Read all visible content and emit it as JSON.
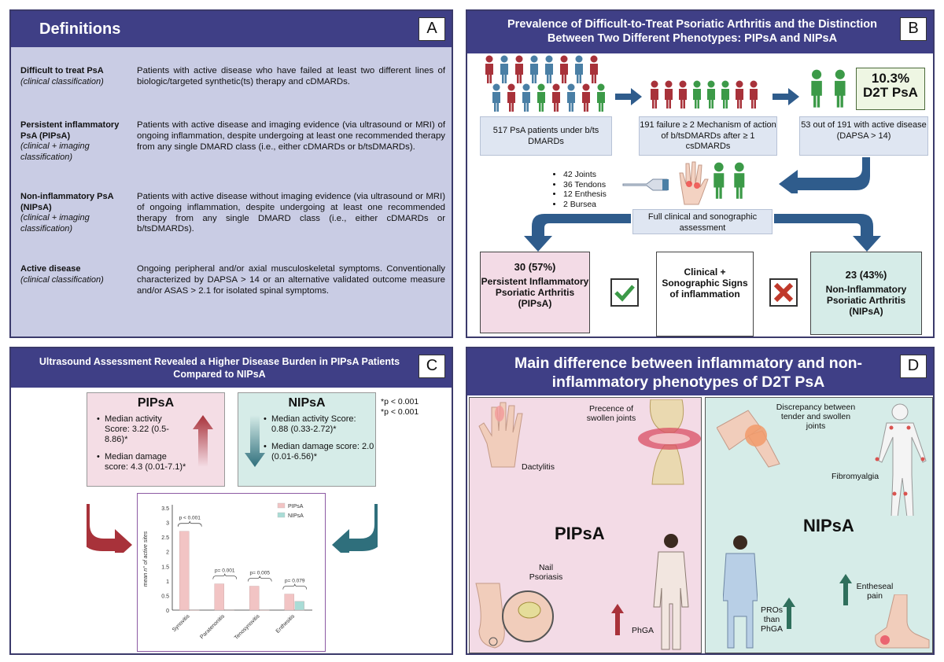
{
  "panel_a": {
    "letter": "A",
    "title": "Definitions",
    "rows": [
      {
        "term": "Difficult to treat PsA",
        "classification": "(clinical classification)",
        "text": "Patients with active disease who have failed at least two different lines of biologic/targeted synthetic(ts) therapy and cDMARDs."
      },
      {
        "term": "Persistent inflammatory PsA (PIPsA)",
        "classification": "(clinical + imaging classification)",
        "text": "Patients with active disease and imaging evidence (via ultrasound or MRI) of ongoing inflammation, despite undergoing at least one recommended therapy from any single DMARD class (i.e., either cDMARDs or b/tsDMARDs)."
      },
      {
        "term": "Non-inflammatory PsA (NIPsA)",
        "classification": "(clinical + imaging classification)",
        "text": "Patients with active disease without imaging evidence (via ultrasound or MRI) of ongoing inflammation, despite undergoing at least one recommended therapy from any single DMARD class (i.e., either cDMARDs or b/tsDMARDs)."
      },
      {
        "term": "Active disease",
        "classification": "(clinical classification)",
        "text": "Ongoing peripheral and/or axial musculoskeletal symptoms. Conventionally characterized by DAPSA > 14 or an alternative validated outcome measure and/or ASAS > 2.1 for isolated spinal symptoms."
      }
    ]
  },
  "panel_b": {
    "letter": "B",
    "title": "Prevalence of Difficult-to-Treat Psoriatic Arthritis and the Distinction Between Two Different Phenotypes: PIPsA and NIPsA",
    "box1": "517 PsA patients under b/ts DMARDs",
    "box2": "191 failure ≥ 2 Mechanism of action of b/tsDMARDs after ≥ 1 csDMARDs",
    "box3": "53 out of 191 with active disease (DAPSA > 14)",
    "d2t_percent": "10.3%",
    "d2t_label": "D2T PsA",
    "sites": [
      "42 Joints",
      "36 Tendons",
      "12 Enthesis",
      "2 Bursea"
    ],
    "assessment": "Full clinical and sonographic assessment",
    "pipsa_count": "30 (57%)",
    "pipsa_name": "Persistent Inflammatory Psoriatic Arthritis (PIPsA)",
    "center_text": "Clinical + Sonographic Signs of inflammation",
    "nipsa_count": "23 (43%)",
    "nipsa_name": "Non-Inflammatory Psoriatic Arthritis (NIPsA)",
    "colors": {
      "red": "#a8323a",
      "blue": "#4a7fa5",
      "green": "#3c9a48",
      "arrow": "#2f5c8c"
    }
  },
  "panel_c": {
    "letter": "C",
    "title": "Ultrasound Assessment Revealed a Higher Disease Burden in PIPsA Patients Compared to NIPsA",
    "pipsa": {
      "name": "PIPsA",
      "activity": "Median activity Score: 3.22 (0.5-8.86)*",
      "damage": "Median damage score: 4.3 (0.01-7.1)*"
    },
    "nipsa": {
      "name": "NIPsA",
      "activity": "Median activity Score: 0.88 (0.33-2.72)*",
      "damage": "Median damage score: 2.0 (0.01-6.56)*"
    },
    "pnotes": [
      "*p < 0.001",
      "*p < 0.001"
    ]
  },
  "chart_data": {
    "type": "bar",
    "categories": [
      "Synovitis",
      "Paratenonitis",
      "Tenosynovitis",
      "Enthesitis"
    ],
    "series": [
      {
        "name": "PIPsA",
        "values": [
          2.7,
          0.9,
          0.82,
          0.55
        ],
        "color": "#f2c4c4"
      },
      {
        "name": "NIPsA",
        "values": [
          0.0,
          0.02,
          0.0,
          0.3
        ],
        "color": "#a9dcd6"
      }
    ],
    "pvalues": [
      "p < 0.001",
      "p= 0.001",
      "p= 0.005",
      "p= 0.079"
    ],
    "ylabel": "mean n° of active sites",
    "ylim": [
      0,
      3.5
    ],
    "yticks": [
      "0",
      "0.5",
      "1",
      "1.5",
      "2",
      "2.5",
      "3",
      "3.5"
    ],
    "legend": "top-right"
  },
  "panel_d": {
    "letter": "D",
    "title": "Main difference between inflammatory and non-inflammatory phenotypes of D2T PsA",
    "pipsa": {
      "name": "PIPsA",
      "swollen": "Precence of swollen joints",
      "dactylitis": "Dactylitis",
      "nail": "Nail Psoriasis",
      "phga": "PhGA"
    },
    "nipsa": {
      "name": "NIPsA",
      "discrepancy": "Discrepancy between tender and swollen joints",
      "fibro": "Fibromyalgia",
      "pros": "PROs than PhGA",
      "entheseal": "Entheseal pain"
    },
    "colors": {
      "pink": "#f3dbe6",
      "teal": "#d6ece8"
    }
  }
}
